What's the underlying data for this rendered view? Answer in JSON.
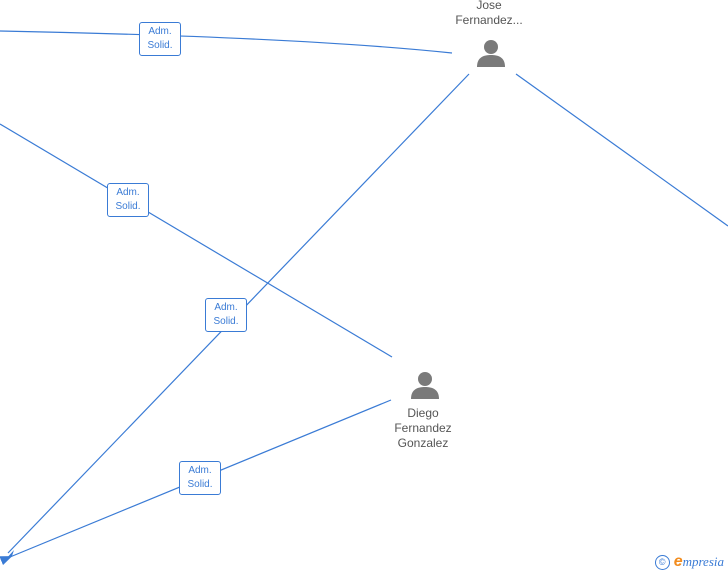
{
  "colors": {
    "link": "#3a7bd5",
    "person": "#7a7a7a",
    "brand_accent": "#f28c1e"
  },
  "persons": [
    {
      "id": "jose",
      "name_lines": [
        "Jose",
        "Fernandez..."
      ],
      "icon": "person-icon"
    },
    {
      "id": "diego",
      "name_lines": [
        "Diego",
        "Fernandez",
        "Gonzalez"
      ],
      "icon": "person-icon"
    }
  ],
  "role_badges": [
    {
      "line1": "Adm.",
      "line2": "Solid."
    },
    {
      "line1": "Adm.",
      "line2": "Solid."
    },
    {
      "line1": "Adm.",
      "line2": "Solid."
    },
    {
      "line1": "Adm.",
      "line2": "Solid."
    }
  ],
  "brand": {
    "copyright_symbol": "©",
    "initial": "e",
    "rest": "mpresia"
  }
}
